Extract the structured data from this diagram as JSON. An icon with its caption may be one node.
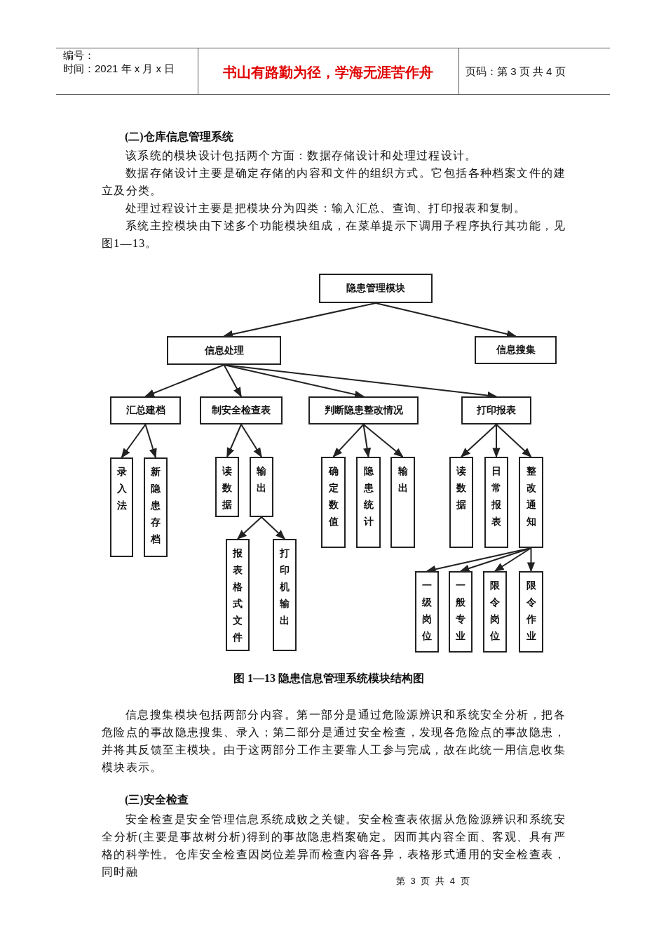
{
  "diagram": {
    "caption": "图 1—13 隐患信息管理系统模块结构图",
    "nodes": [
      {
        "text": [
          "隐患管理模块"
        ]
      },
      {
        "text": [
          "信息处理"
        ]
      },
      {
        "text": [
          "信息搜集"
        ]
      },
      {
        "text": [
          "汇总建档"
        ]
      },
      {
        "text": [
          "制安全检查表"
        ]
      },
      {
        "text": [
          "判断隐患整改情况"
        ]
      },
      {
        "text": [
          "打印报表"
        ]
      },
      {
        "text": [
          "录入法"
        ]
      },
      {
        "text": [
          "新隐患存档"
        ]
      },
      {
        "text": [
          "读数据"
        ]
      },
      {
        "text": [
          "输出"
        ]
      },
      {
        "text": [
          "报表格式文件"
        ]
      },
      {
        "text": [
          "打印机输出"
        ]
      },
      {
        "text": [
          "确定数值"
        ]
      },
      {
        "text": [
          "隐患统计"
        ]
      },
      {
        "text": [
          "输出"
        ]
      },
      {
        "text": [
          "读数据"
        ]
      },
      {
        "text": [
          "日常报表"
        ]
      },
      {
        "text": [
          "整改通知"
        ]
      },
      {
        "text": [
          "一级岗位"
        ]
      },
      {
        "text": [
          "一般专业"
        ]
      },
      {
        "text": [
          "限令岗位"
        ]
      },
      {
        "text": [
          "限令作业"
        ]
      }
    ],
    "edges": [
      {
        "from": 0,
        "to": 1,
        "arrow": "to"
      },
      {
        "from": 0,
        "to": 2,
        "arrow": "to"
      },
      {
        "from": 1,
        "to": 3,
        "arrow": "to"
      },
      {
        "from": 1,
        "to": 4,
        "arrow": "to"
      },
      {
        "from": 1,
        "to": 5,
        "arrow": "to"
      },
      {
        "from": 1,
        "to": 6,
        "arrow": "to"
      },
      {
        "from": 3,
        "to": 7,
        "arrow": "to"
      },
      {
        "from": 3,
        "to": 8,
        "arrow": "to"
      },
      {
        "from": 4,
        "to": 9,
        "arrow": "to"
      },
      {
        "from": 4,
        "to": 10,
        "arrow": "to"
      },
      {
        "from": 10,
        "to": 11,
        "arrow": "to"
      },
      {
        "from": 10,
        "to": 12,
        "arrow": "to"
      },
      {
        "from": 5,
        "to": 13,
        "arrow": "to"
      },
      {
        "from": 5,
        "to": 14,
        "arrow": "to"
      },
      {
        "from": 5,
        "to": 15,
        "arrow": "to"
      },
      {
        "from": 6,
        "to": 16,
        "arrow": "to"
      },
      {
        "from": 6,
        "to": 17,
        "arrow": "to"
      },
      {
        "from": 6,
        "to": 18,
        "arrow": "to"
      },
      {
        "from": 18,
        "to": 19,
        "arrow": "to"
      },
      {
        "from": 18,
        "to": 20,
        "arrow": "to"
      },
      {
        "from": 18,
        "to": 21,
        "arrow": "to"
      },
      {
        "from": 18,
        "to": 22,
        "arrow": "to"
      }
    ],
    "labels": [
      "编号：",
      "时间：2021 年 x 月 x 日",
      "书山有路勤为径，学海无涯苦作舟",
      "页码：第 3 页 共 4 页",
      "(二)仓库信息管理系统",
      "该系统的模块设计包括两个方面：数据存储设计和处理过程设计。",
      "数据存储设计主要是确定存储的内容和文件的组织方式。它包括各种档案文件的建立及分类。",
      "处理过程设计主要是把模块分为四类：输入汇总、查询、打印报表和复制。",
      "系统主控模块由下述多个功能模块组成，在菜单提示下调用子程序执行其功能，见图1—13。",
      "信息搜集模块包括两部分内容。第一部分是通过危险源辨识和系统安全分析，把各危险点的事故隐患搜集、录入；第二部分是通过安全检查，发现各危险点的事故隐患，并将其反馈至主模块。由于这两部分工作主要靠人工参与完成，故在此统一用信息收集模块表示。",
      "(三)安全检查",
      "安全检查是安全管理信息系统成败之关键。安全检查表依据从危险源辨识和系统安全分析(主要是事故树分析)得到的事故隐患档案确定。因而其内容全面、客观、具有严格的科学性。仓库安全检查因岗位差异而检查内容各异，表格形式通用的安全检查表，同时融",
      "第 3 页 共 4 页"
    ]
  }
}
